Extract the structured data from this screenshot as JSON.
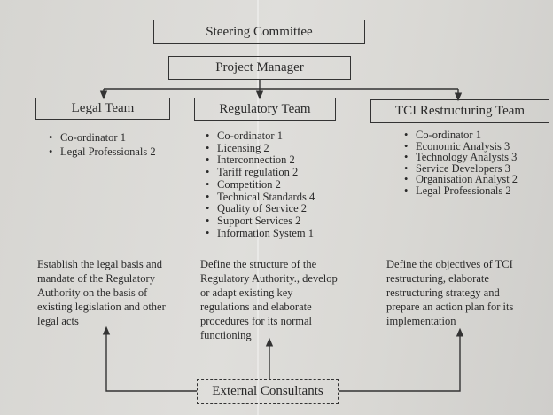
{
  "steering_committee": "Steering Committee",
  "project_manager": "Project Manager",
  "teams": [
    {
      "name": "Legal Team",
      "members": [
        "Co-ordinator 1",
        "Legal Professionals 2"
      ],
      "description": "Establish the legal basis and mandate of the Regulatory Authority on the basis of existing legislation and other legal acts"
    },
    {
      "name": "Regulatory Team",
      "members": [
        "Co-ordinator 1",
        "Licensing 2",
        "Interconnection 2",
        "Tariff regulation 2",
        "Competition 2",
        "Technical Standards 4",
        "Quality of Service 2",
        "Support Services 2",
        "Information System 1"
      ],
      "description": "Define the structure of the Regulatory Authority., develop or adapt existing key regulations and elaborate procedures for its normal functioning"
    },
    {
      "name": "TCI Restructuring Team",
      "members": [
        "Co-ordinator 1",
        "Economic Analysis 3",
        "Technology Analysts 3",
        "Service Developers 3",
        "Organisation Analyst 2",
        "Legal Professionals 2"
      ],
      "description": "Define the objectives of TCI restructuring, elaborate restructuring strategy and prepare an action plan for its implementation"
    }
  ],
  "external_consultants": "External Consultants"
}
